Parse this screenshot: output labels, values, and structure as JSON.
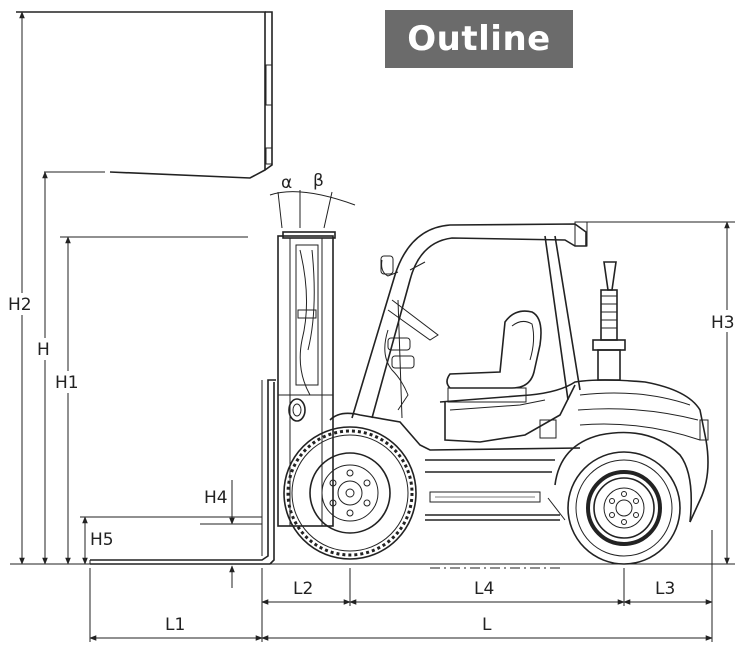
{
  "title": "Outline",
  "labels": {
    "H2": "H2",
    "H": "H",
    "H1": "H1",
    "H3": "H3",
    "H4": "H4",
    "H5": "H5",
    "alpha": "α",
    "beta": "β",
    "L1": "L1",
    "L2": "L2",
    "L4": "L4",
    "L3": "L3",
    "L": "L"
  }
}
